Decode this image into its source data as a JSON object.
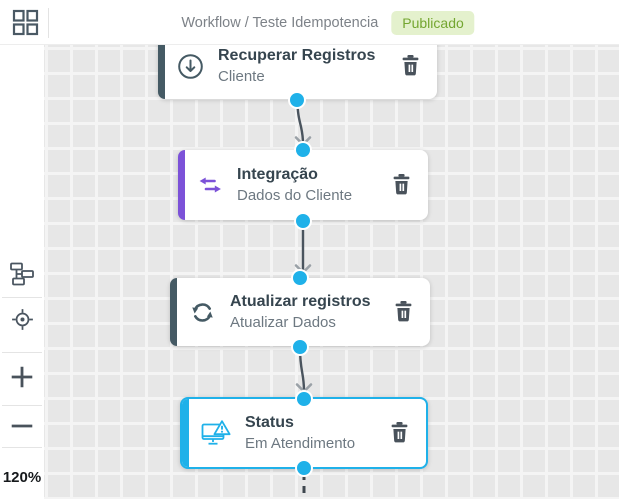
{
  "header": {
    "title": "Workflow / Teste Idempotencia",
    "badge": "Publicado",
    "menu_icon": "apps-grid-icon"
  },
  "sidebar": {
    "zoom_level": "120%",
    "items": [
      {
        "icon": "workflow-overview-icon"
      },
      {
        "icon": "locate-center-icon"
      },
      {
        "icon": "zoom-in-icon"
      },
      {
        "icon": "zoom-out-icon"
      }
    ]
  },
  "nodes": [
    {
      "title": "Recuperar Registros",
      "subtitle": "Cliente",
      "icon": "download-circle-icon",
      "accent_color": "#455a64",
      "selected": false
    },
    {
      "title": "Integração",
      "subtitle": "Dados do Cliente",
      "icon": "transfer-arrows-icon",
      "accent_color": "#7c52d8",
      "selected": false
    },
    {
      "title": "Atualizar registros",
      "subtitle": "Atualizar Dados",
      "icon": "sync-icon",
      "accent_color": "#455a64",
      "selected": false
    },
    {
      "title": "Status",
      "subtitle": "Em Atendimento",
      "icon": "monitor-alert-icon",
      "accent_color": "#1fb1e9",
      "selected": true
    }
  ],
  "colors": {
    "badge_bg": "#e4f1cd",
    "badge_text": "#74a631",
    "node_accent_dark": "#455a64",
    "node_accent_purple": "#7c52d8",
    "node_accent_blue": "#1fb1e9",
    "connection_dot": "#1fb1e9",
    "connector_line": "#4a545e",
    "connector_arrowhead": "#9aa1a7",
    "grid_cell": "#e7e7e7",
    "grid_line": "#f4f4f4"
  }
}
